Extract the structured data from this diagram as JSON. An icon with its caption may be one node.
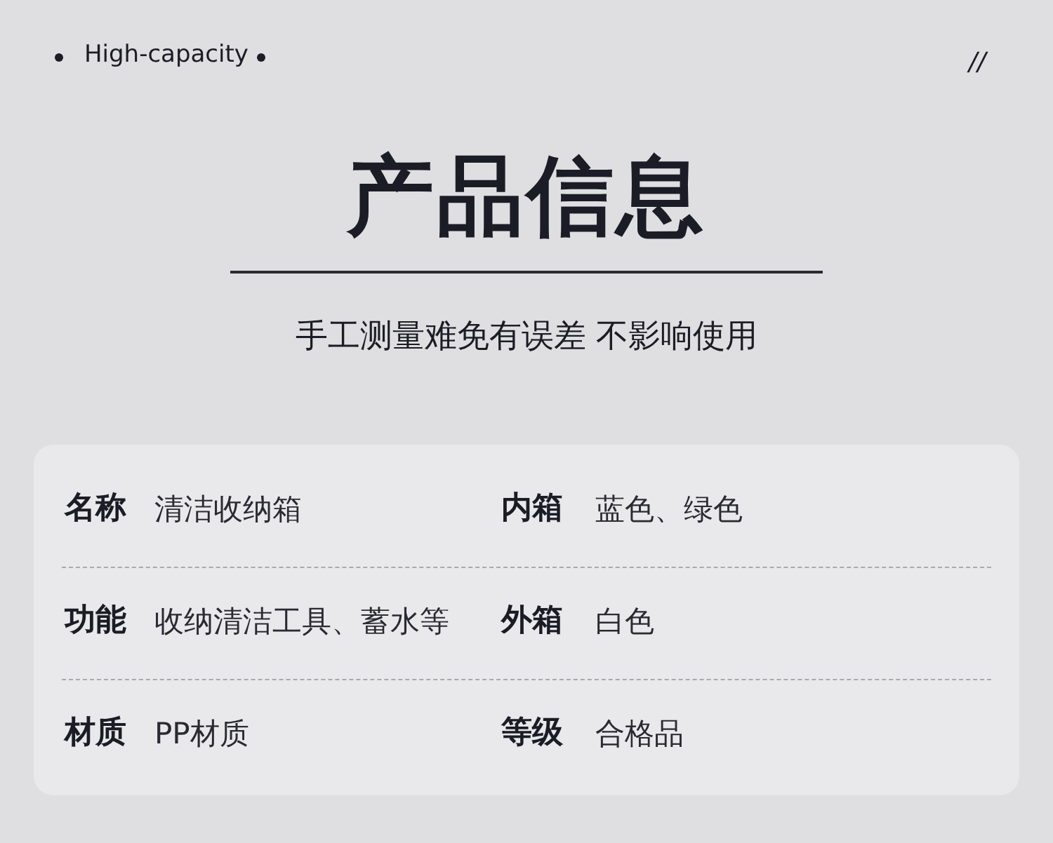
{
  "diagram": {
    "title": "产品信息",
    "labels": [
      "High-capacity",
      "//",
      "手工测量难免有误差 不影响使用",
      "名称",
      "清洁收纳箱",
      "内箱",
      "蓝色、绿色",
      "功能",
      "收纳清洁工具、蓄水等",
      "外箱",
      "白色",
      "材质",
      "PP材质",
      "等级",
      "合格品"
    ]
  }
}
